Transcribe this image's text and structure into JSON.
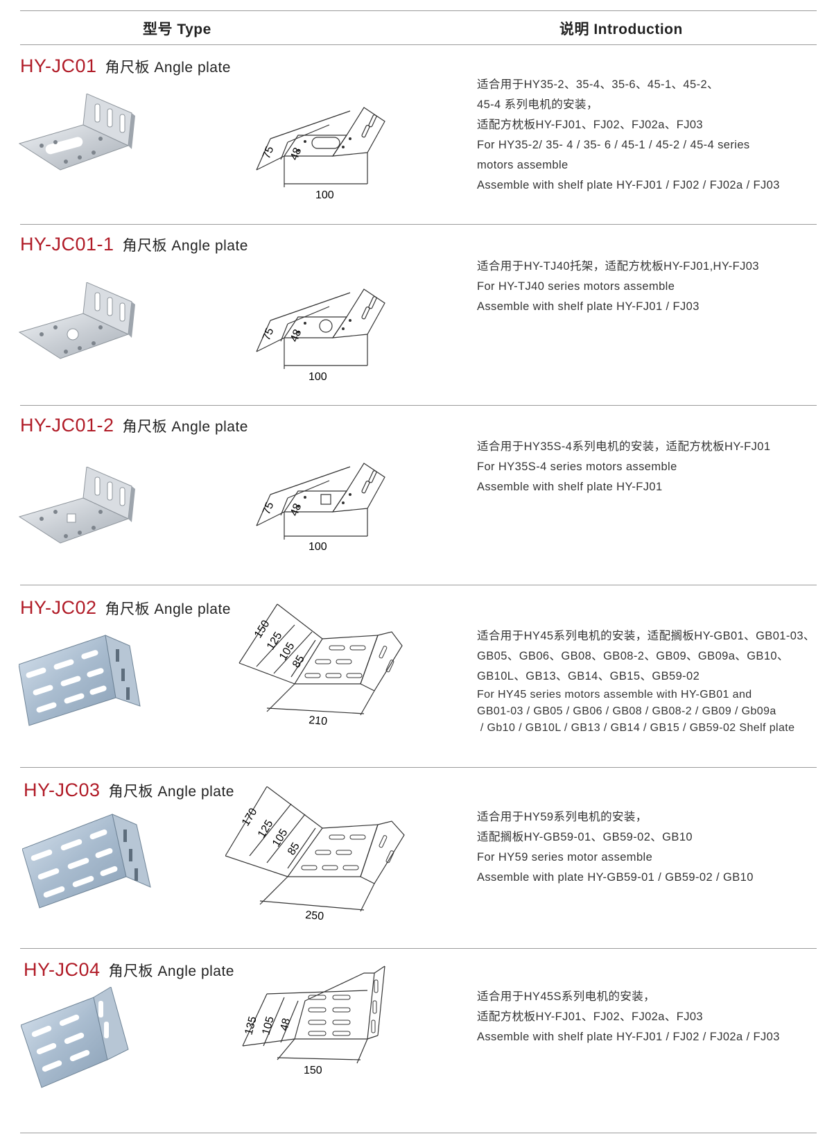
{
  "header": {
    "type_label": "型号 Type",
    "intro_label": "说明 Introduction"
  },
  "products": [
    {
      "code": "HY-JC01",
      "name": "角尺板 Angle plate",
      "dims": [
        "75",
        "48",
        "100"
      ],
      "lines": [
        "适合用于HY35-2、35-4、35-6、45-1、45-2、",
        "45-4 系列电机的安装，",
        "适配方枕板HY-FJ01、FJ02、FJ02a、FJ03",
        "For HY35-2/ 35- 4 / 35- 6 / 45-1 / 45-2 / 45-4 series",
        "motors assemble",
        "Assemble with shelf plate HY-FJ01 / FJ02 / FJ02a / FJ03"
      ]
    },
    {
      "code": "HY-JC01-1",
      "name": "角尺板 Angle plate",
      "dims": [
        "75",
        "48",
        "100"
      ],
      "lines": [
        "适合用于HY-TJ40托架，适配方枕板HY-FJ01,HY-FJ03",
        "For HY-TJ40 series motors assemble",
        "Assemble with shelf plate HY-FJ01 / FJ03"
      ]
    },
    {
      "code": "HY-JC01-2",
      "name": "角尺板 Angle plate",
      "dims": [
        "75",
        "48",
        "100"
      ],
      "lines": [
        "适合用于HY35S-4系列电机的安装，适配方枕板HY-FJ01",
        "For HY35S-4 series motors assemble",
        "Assemble with shelf plate HY-FJ01"
      ]
    },
    {
      "code": "HY-JC02",
      "name": "角尺板 Angle plate",
      "dims": [
        "150",
        "125",
        "105",
        "85",
        "210"
      ],
      "lines": [
        "适合用于HY45系列电机的安装，适配搁板HY-GB01、GB01-03、",
        "GB05、GB06、GB08、GB08-2、GB09、GB09a、GB10、",
        "GB10L、GB13、GB14、GB15、GB59-02",
        "For HY45 series motors assemble with HY-GB01 and",
        "GB01-03 / GB05 / GB06 / GB08 / GB08-2 / GB09 / Gb09a",
        " / Gb10 / GB10L / GB13 / GB14 / GB15 / GB59-02 Shelf plate"
      ]
    },
    {
      "code": "HY-JC03",
      "name": "角尺板 Angle plate",
      "dims": [
        "170",
        "125",
        "105",
        "85",
        "250"
      ],
      "lines": [
        "适合用于HY59系列电机的安装，",
        "适配搁板HY-GB59-01、GB59-02、GB10",
        "For HY59 series motor assemble",
        "Assemble with plate HY-GB59-01 / GB59-02 / GB10"
      ]
    },
    {
      "code": "HY-JC04",
      "name": "角尺板 Angle plate",
      "dims": [
        "135",
        "105",
        "48",
        "150"
      ],
      "lines": [
        "适合用于HY45S系列电机的安装，",
        "适配方枕板HY-FJ01、FJ02、FJ02a、FJ03",
        "Assemble with shelf plate HY-FJ01 / FJ02 / FJ02a / FJ03"
      ]
    }
  ]
}
